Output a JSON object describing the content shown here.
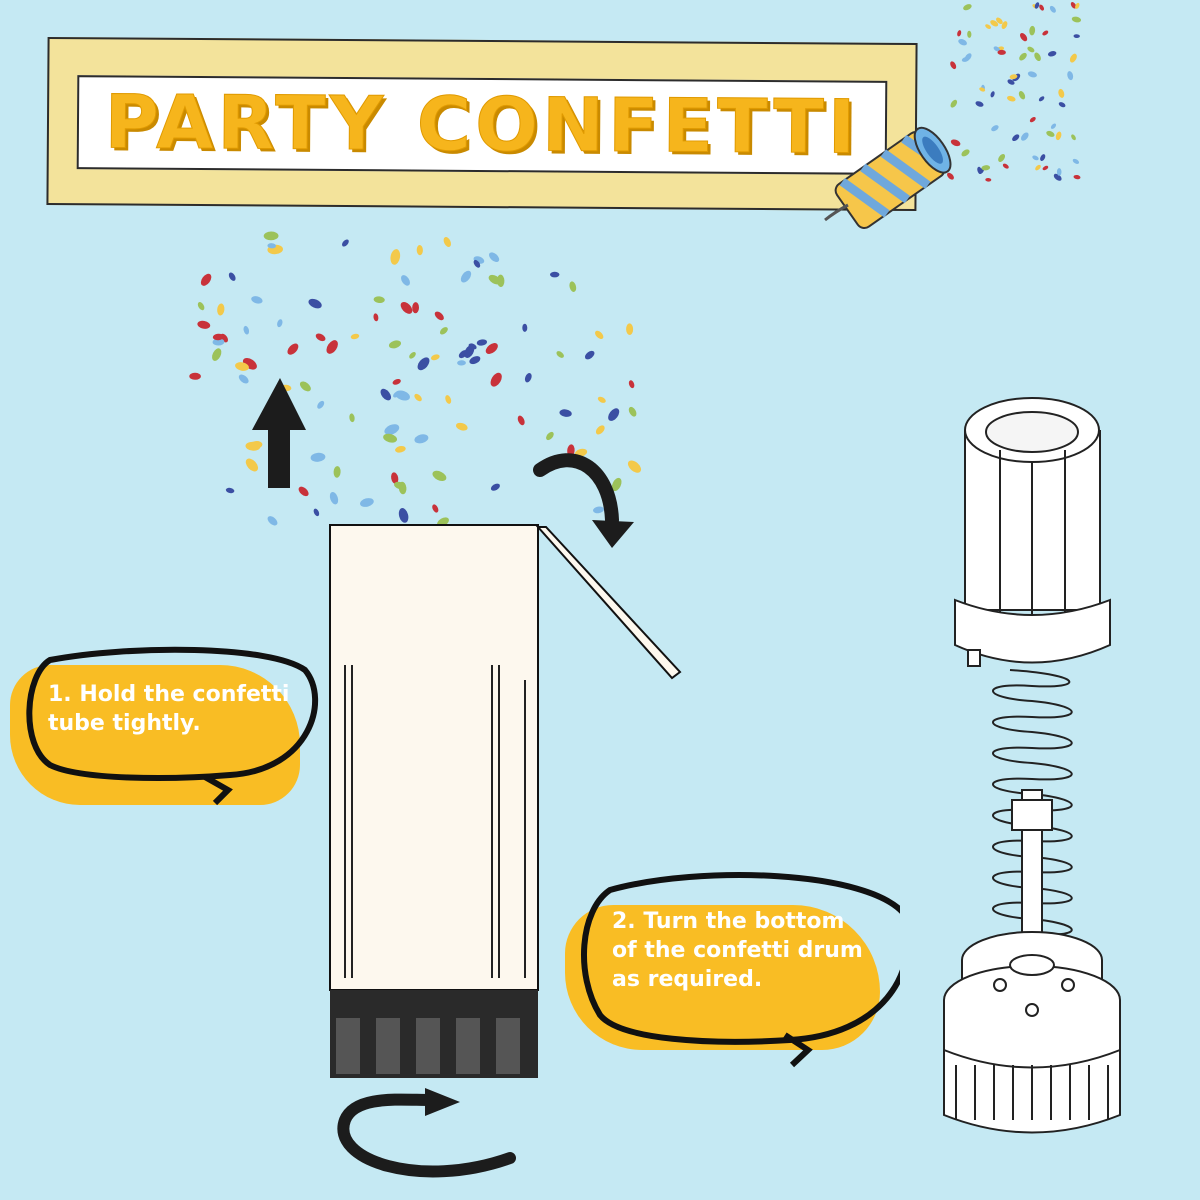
{
  "title": "PARTY CONFETTI",
  "steps": [
    {
      "number": "1.",
      "text_line1": "1. Hold the confetti",
      "text_line2": "tube tightly."
    },
    {
      "number": "2.",
      "text_line1": "2. Turn the bottom",
      "text_line2": "of the confetti drum",
      "text_line3": "as required."
    }
  ],
  "colors": {
    "background": "#c5e9f3",
    "accent": "#f9bd24",
    "banner": "#f3e39b",
    "title": "#f6b51c",
    "confetti": [
      "#f3c94a",
      "#c8323a",
      "#3b4fa3",
      "#7fb8e6",
      "#9cc25a"
    ]
  },
  "icons": [
    "party-popper-icon",
    "arrow-up-icon",
    "curved-arrow-icon",
    "rotate-arrow-icon",
    "spring-mechanism-icon"
  ]
}
